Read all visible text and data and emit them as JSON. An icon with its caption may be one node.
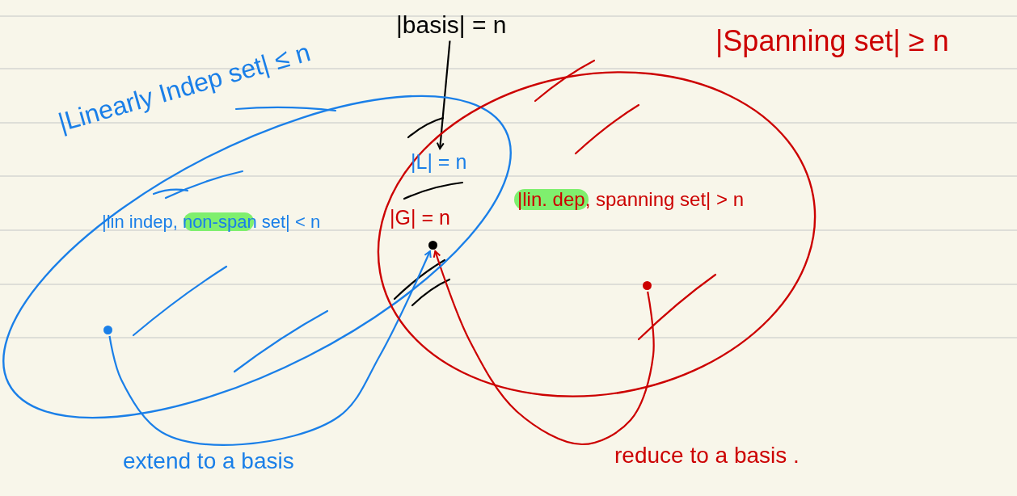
{
  "diagram": {
    "nodes": [
      {
        "text": [
          "|Linearly Indep set| ≤ n"
        ]
      },
      {
        "text": [
          "|Spanning set| ≥ n"
        ]
      },
      {
        "text": [
          "|basis| = n"
        ]
      },
      {
        "text": [
          "|L| = n"
        ]
      },
      {
        "text": [
          "|G| = n"
        ]
      },
      {
        "text": [],
        "shape": "circle"
      },
      {
        "text": [
          "|lin indep, non-span set| < n"
        ],
        "in": 0
      },
      {
        "text": [
          "|lin. dep, spanning set| > n"
        ],
        "in": 1
      },
      {
        "text": [],
        "shape": "circle",
        "in": 0
      },
      {
        "text": [],
        "shape": "circle",
        "in": 1
      }
    ],
    "edges": [
      {
        "from": 2,
        "to": 3,
        "arrow": "to",
        "color": "#000000"
      },
      {
        "from": 8,
        "to": 5,
        "arrow": "to",
        "label": "extend to a basis",
        "color": "#1a7fe8"
      },
      {
        "from": 9,
        "to": 5,
        "arrow": "to",
        "label": "reduce to a basis .",
        "color": "#cc0000"
      }
    ]
  }
}
